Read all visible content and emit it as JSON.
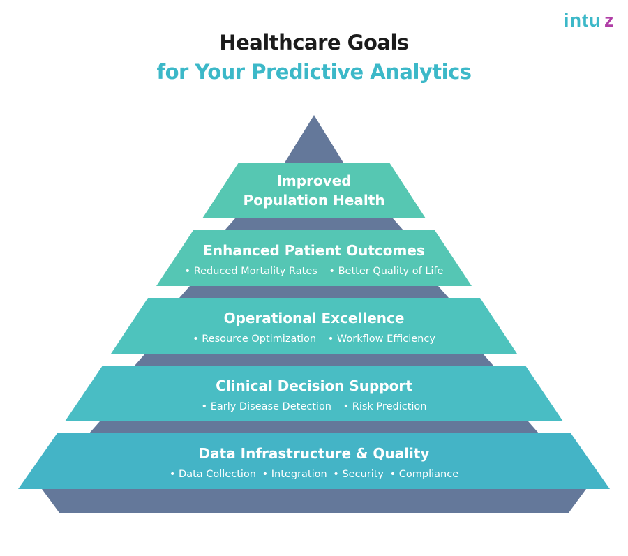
{
  "logo": {
    "text": "intuz",
    "colors": [
      "#3cb8c8",
      "#b03da6"
    ]
  },
  "title": {
    "line1": "Healthcare Goals",
    "line2": "for Your Predictive Analytics"
  },
  "colors": {
    "slate": "#64789a",
    "title_dark": "#1c1c1c",
    "title_accent": "#3cb8c8"
  },
  "levels": [
    {
      "heading_line1": "Improved",
      "heading_line2": "Population Health",
      "bullets": [],
      "fill": "#56c7b2"
    },
    {
      "heading": "Enhanced Patient Outcomes",
      "bullets": [
        "• Reduced Mortality Rates",
        "• Better Quality of Life"
      ],
      "fill": "#55c6b4"
    },
    {
      "heading": "Operational Excellence",
      "bullets": [
        "• Resource Optimization",
        "• Workflow Efficiency"
      ],
      "fill": "#4ec3bd"
    },
    {
      "heading": "Clinical Decision Support",
      "bullets": [
        "• Early Disease Detection",
        "• Risk Prediction"
      ],
      "fill": "#49bdc4"
    },
    {
      "heading": "Data Infrastructure & Quality",
      "bullets": [
        "• Data Collection",
        "• Integration",
        "• Security",
        "• Compliance"
      ],
      "fill": "#44b4c6"
    }
  ]
}
